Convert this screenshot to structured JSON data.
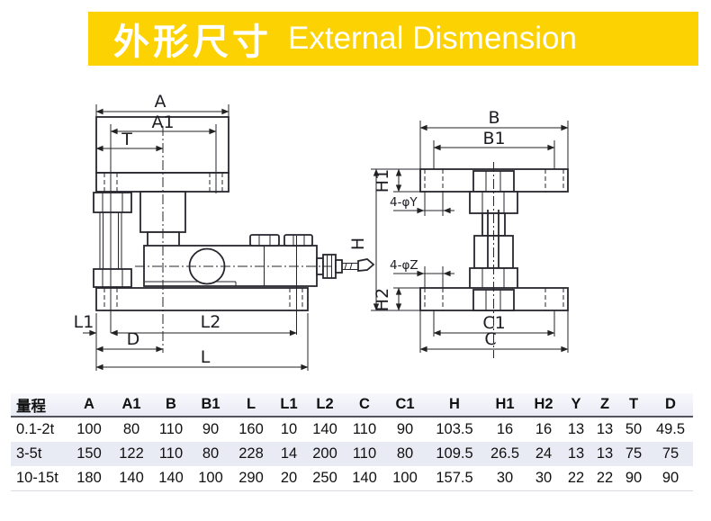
{
  "header": {
    "title_zh": "外形尺寸",
    "title_en": "External Dismension",
    "bg_color": "#fcd203",
    "text_color": "#ffffff"
  },
  "drawing": {
    "labels": {
      "A": "A",
      "A1": "A1",
      "T": "T",
      "L1": "L1",
      "L2": "L2",
      "D": "D",
      "L": "L",
      "B": "B",
      "B1": "B1",
      "H": "H",
      "H1": "H1",
      "H2": "H2",
      "C1": "C1",
      "C": "C",
      "holes_top": "4-φY",
      "holes_bottom": "4-φZ"
    }
  },
  "table": {
    "columns": [
      "量程",
      "A",
      "A1",
      "B",
      "B1",
      "L",
      "L1",
      "L2",
      "C",
      "C1",
      "H",
      "H1",
      "H2",
      "Y",
      "Z",
      "T",
      "D"
    ],
    "rows": [
      [
        "0.1-2t",
        "100",
        "80",
        "110",
        "90",
        "160",
        "10",
        "140",
        "110",
        "90",
        "103.5",
        "16",
        "16",
        "13",
        "13",
        "50",
        "49.5"
      ],
      [
        "3-5t",
        "150",
        "122",
        "110",
        "80",
        "228",
        "14",
        "200",
        "110",
        "80",
        "109.5",
        "26.5",
        "24",
        "13",
        "13",
        "75",
        "75"
      ],
      [
        "10-15t",
        "180",
        "140",
        "140",
        "100",
        "290",
        "20",
        "250",
        "140",
        "100",
        "157.5",
        "30",
        "30",
        "22",
        "22",
        "90",
        "90"
      ]
    ]
  }
}
